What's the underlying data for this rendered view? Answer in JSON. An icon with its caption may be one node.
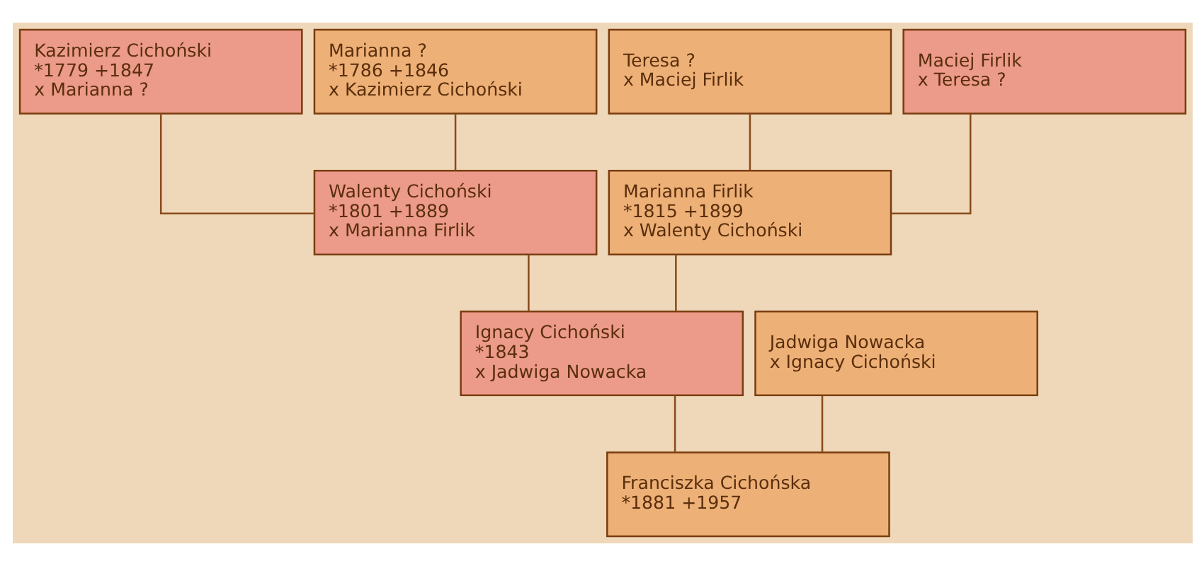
{
  "diagram": {
    "nodes": [
      {
        "text": [
          "Kazimierz Cichoński",
          "*1779 +1847",
          "x Marianna ?"
        ]
      },
      {
        "text": [
          "Marianna ?",
          "*1786 +1846",
          "x Kazimierz Cichoński"
        ]
      },
      {
        "text": [
          "Teresa ?",
          "x Maciej Firlik"
        ]
      },
      {
        "text": [
          "Maciej Firlik",
          "x Teresa ?"
        ]
      },
      {
        "text": [
          "Walenty Cichoński",
          "*1801 +1889",
          "x Marianna Firlik"
        ]
      },
      {
        "text": [
          "Marianna Firlik",
          "*1815 +1899",
          "x Walenty Cichoński"
        ]
      },
      {
        "text": [
          "Jadwiga Nowacka",
          "x Ignacy Cichoński"
        ]
      },
      {
        "text": [
          "Ignacy Cichoński",
          "*1843",
          "x Jadwiga Nowacka"
        ]
      },
      {
        "text": [
          "Franciszka Cichońska",
          "*1881 +1957"
        ]
      }
    ],
    "edges": [
      {
        "from": 0,
        "to": 4,
        "arrow": "none"
      },
      {
        "from": 1,
        "to": 4,
        "arrow": "none"
      },
      {
        "from": 2,
        "to": 5,
        "arrow": "none"
      },
      {
        "from": 3,
        "to": 5,
        "arrow": "none"
      },
      {
        "from": 4,
        "to": 7,
        "arrow": "none"
      },
      {
        "from": 5,
        "to": 7,
        "arrow": "none"
      },
      {
        "from": 6,
        "to": 8,
        "arrow": "none"
      },
      {
        "from": 7,
        "to": 8,
        "arrow": "none"
      }
    ]
  }
}
